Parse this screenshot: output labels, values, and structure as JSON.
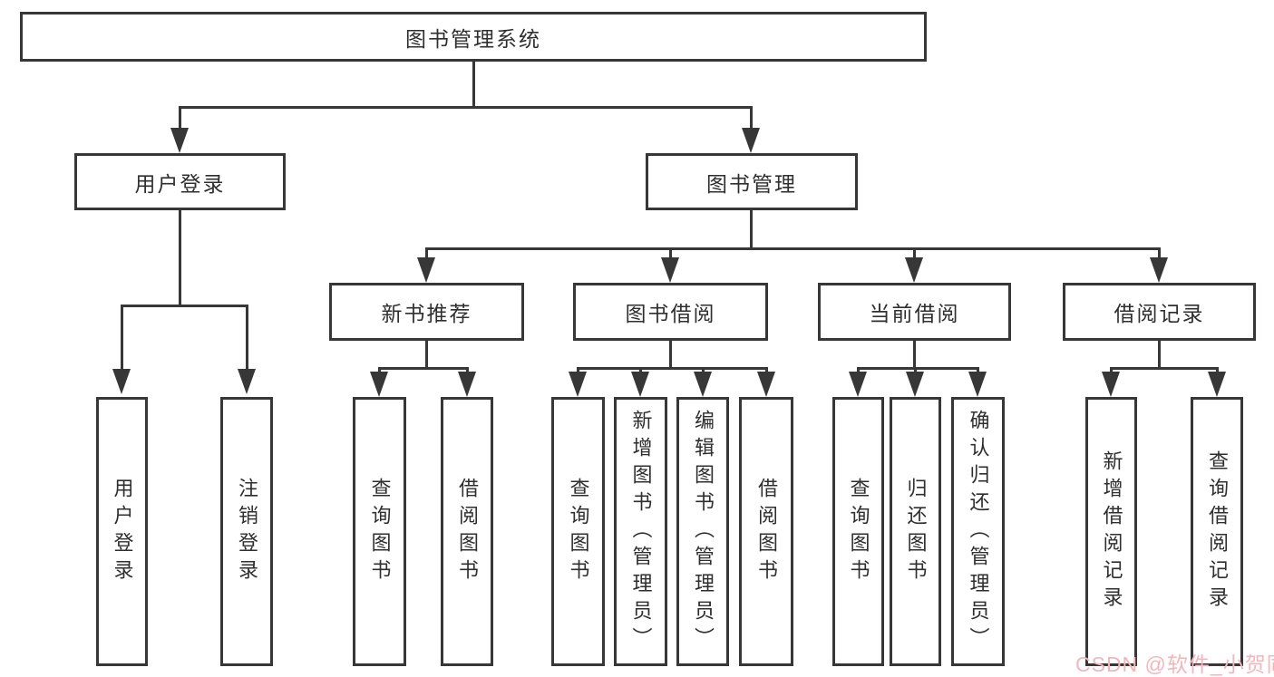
{
  "nodes": {
    "root": "图书管理系统",
    "user_login": "用户登录",
    "book_management": "图书管理",
    "new_book_recommend": "新书推荐",
    "book_borrowing": "图书借阅",
    "current_borrowing": "当前借阅",
    "borrowing_records": "借阅记录",
    "user_login_leaf": "用户登录",
    "logout_leaf": "注销登录",
    "nbr_query_books": "查询图书",
    "nbr_borrow_books": "借阅图书",
    "bb_query_books": "查询图书",
    "bb_add_books": "新增图书（管理员）",
    "bb_edit_books": "编辑图书（管理员）",
    "bb_borrow_books": "借阅图书",
    "cb_query_books": "查询图书",
    "cb_return_books": "归还图书",
    "cb_confirm_return": "确认归还（管理员）",
    "br_add_record": "新增借阅记录",
    "br_query_record": "查询借阅记录"
  },
  "watermark": {
    "text": "CSDN @软件_小贺同学"
  },
  "colors": {
    "line": "#373737",
    "text": "#2f2f2f",
    "background": "#ffffff",
    "watermark": "#f2b6bc"
  }
}
